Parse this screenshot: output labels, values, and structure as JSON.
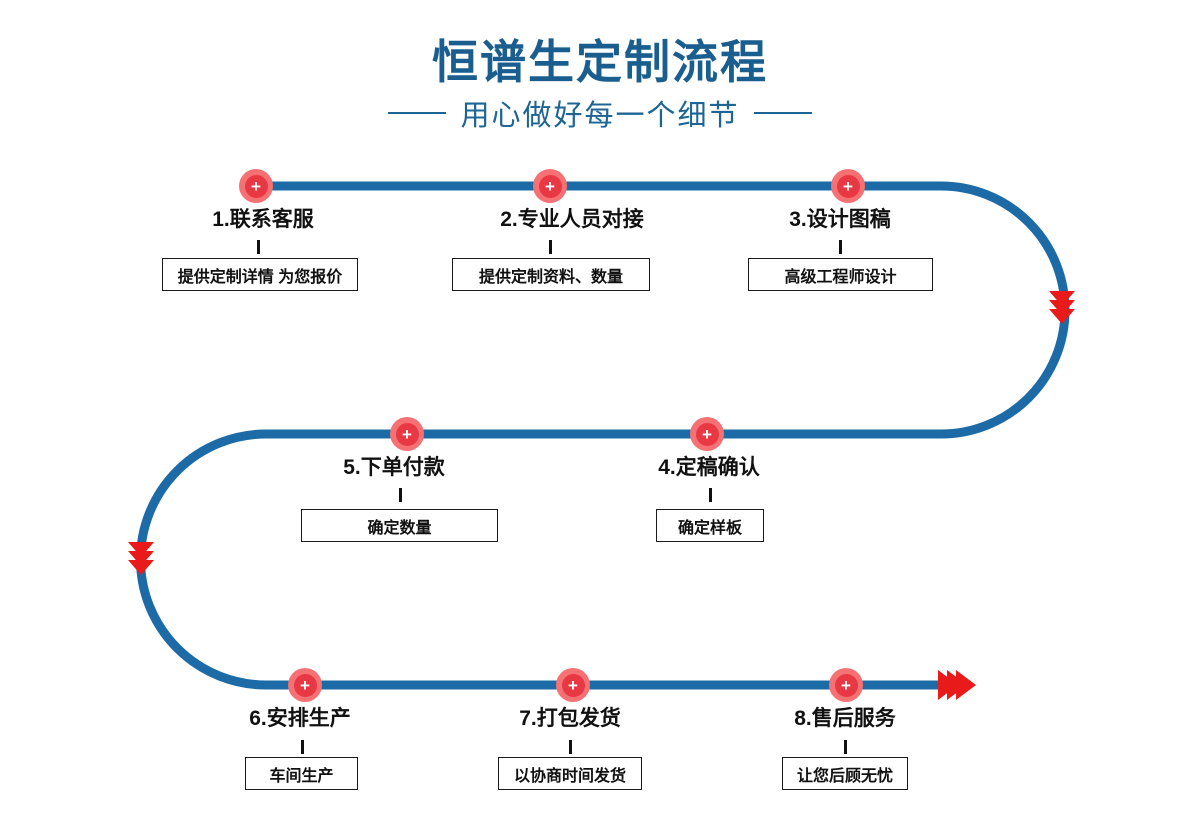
{
  "page": {
    "title": "恒谱生定制流程",
    "subtitle": "用心做好每一个细节"
  },
  "colors": {
    "title_blue": "#1a5d8f",
    "line_blue": "#1c6ba6",
    "marker_red_inner": "#e73843",
    "marker_red_outer": "#f57174",
    "arrow_red": "#e91a1a"
  },
  "markers": {
    "plus": "+"
  },
  "steps": [
    {
      "label": "1.联系客服",
      "note": "提供定制详情 为您报价"
    },
    {
      "label": "2.专业人员对接",
      "note": "提供定制资料、数量"
    },
    {
      "label": "3.设计图稿",
      "note": "高级工程师设计"
    },
    {
      "label": "4.定稿确认",
      "note": "确定样板"
    },
    {
      "label": "5.下单付款",
      "note": "确定数量"
    },
    {
      "label": "6.安排生产",
      "note": "车间生产"
    },
    {
      "label": "7.打包发货",
      "note": "以协商时间发货"
    },
    {
      "label": "8.售后服务",
      "note": "让您后顾无忧"
    }
  ]
}
